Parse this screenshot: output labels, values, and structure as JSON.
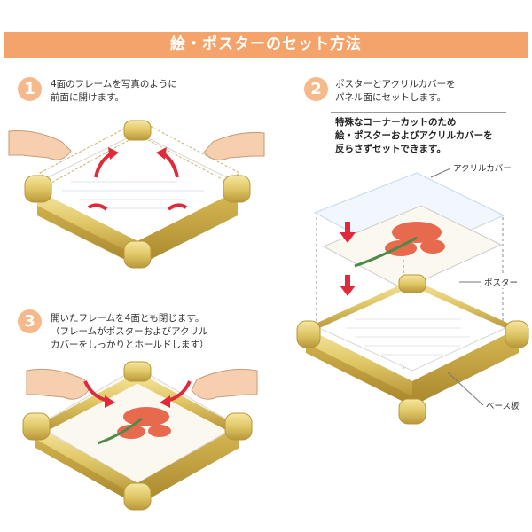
{
  "banner": {
    "title": "絵・ポスターのセット方法"
  },
  "steps": [
    {
      "number": "1",
      "lines": [
        "4面のフレームを写真のように",
        "前面に開けます。"
      ]
    },
    {
      "number": "2",
      "lines": [
        "ポスターとアクリルカバーを",
        "パネル面にセットします。"
      ],
      "note": [
        "特殊なコーナーカットのため",
        "絵・ポスターおよびアクリルカバーを",
        "反らさずセットできます。"
      ]
    },
    {
      "number": "3",
      "lines": [
        "開いたフレームを4面とも閉じます。",
        "（フレームがポスターおよびアクリル",
        "カバーをしっかりとホールドします）"
      ]
    }
  ],
  "callouts": {
    "acrylic": "アクリルカバー",
    "poster": "ポスター",
    "base": "ベース板"
  },
  "colors": {
    "banner": "#f4a36a",
    "step_circle": "#f6b98c",
    "frame_gold": "#e0c766",
    "arrow_red": "#e0293a"
  }
}
